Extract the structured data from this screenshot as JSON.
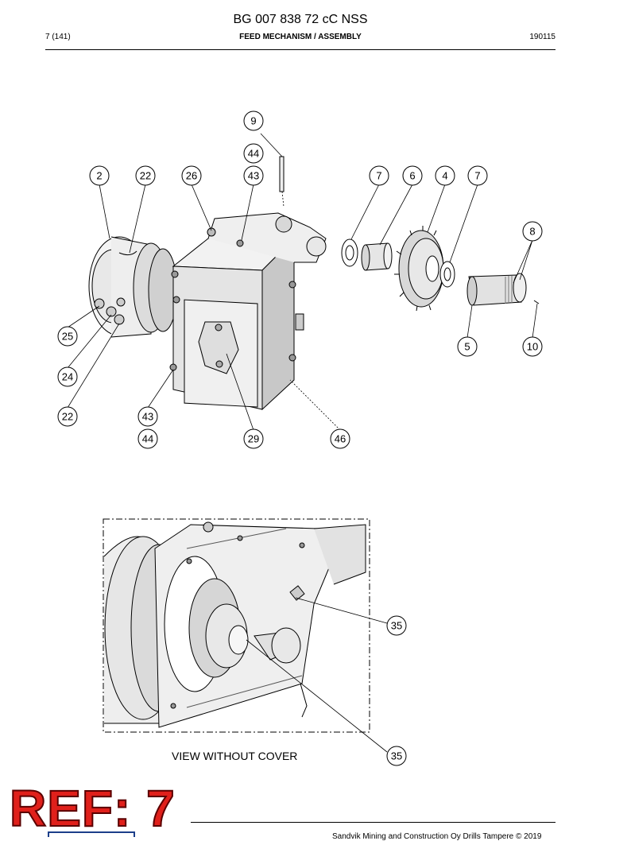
{
  "header": {
    "doc_id": "BG 007 838 72 cC NSS",
    "page": "7 (141)",
    "section": "FEED MECHANISM / ASSEMBLY",
    "date": "190115"
  },
  "callouts_top": [
    "9",
    "44",
    "2",
    "22",
    "26",
    "43",
    "7",
    "6",
    "4",
    "7",
    "8",
    "25",
    "5",
    "10",
    "24",
    "22",
    "43",
    "44",
    "29",
    "46"
  ],
  "callouts_bottom": [
    "35",
    "35"
  ],
  "caption": "VIEW WITHOUT COVER",
  "ref_stamp": "REF: 7",
  "footer": "Sandvik Mining and Construction Oy Drills Tampere © 2019"
}
